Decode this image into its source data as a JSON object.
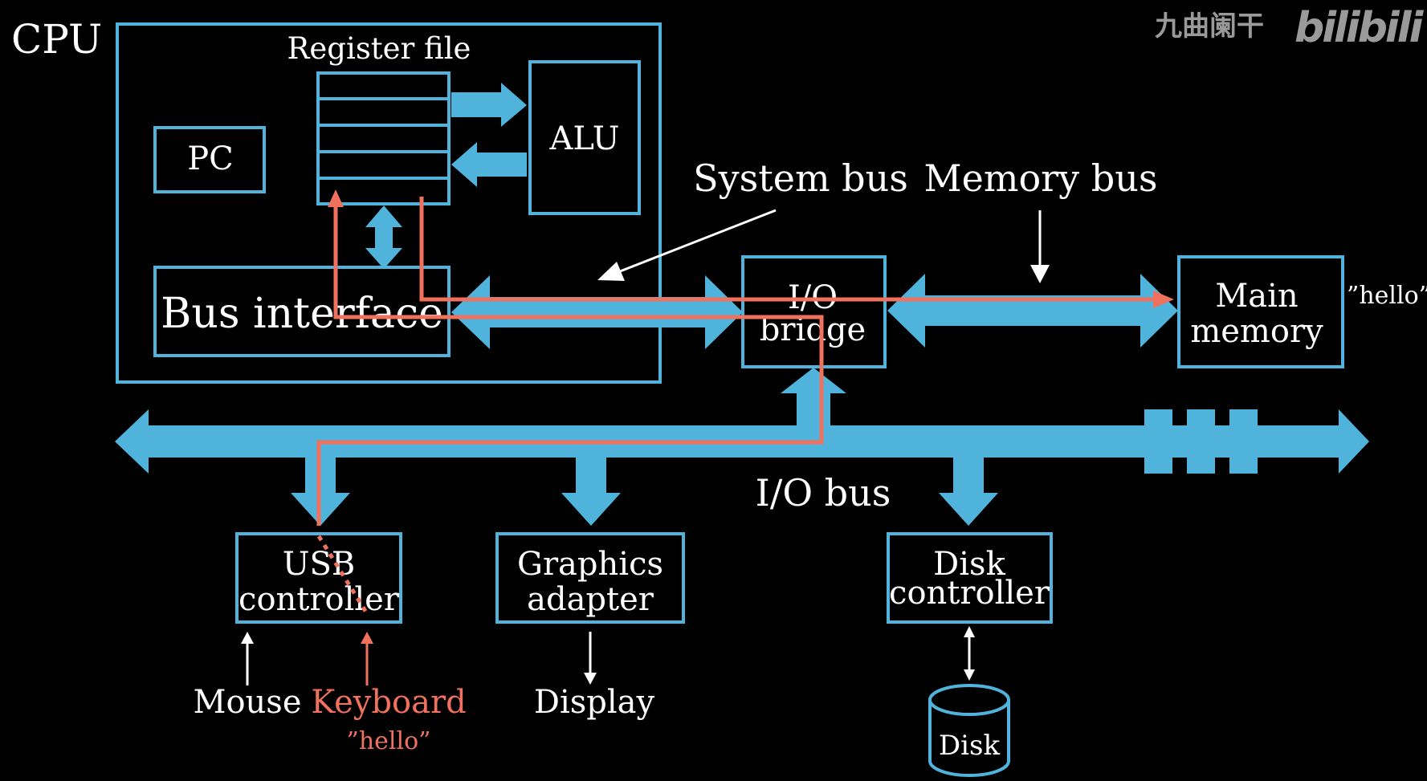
{
  "labels": {
    "cpu": "CPU",
    "register_file": "Register file",
    "pc": "PC",
    "alu": "ALU",
    "bus_interface": "Bus interface",
    "system_bus": "System bus",
    "memory_bus": "Memory bus",
    "io_bridge_line1": "I/O",
    "io_bridge_line2": "bridge",
    "main_memory_line1": "Main",
    "main_memory_line2": "memory",
    "hello_memory": "”hello”",
    "io_bus": "I/O bus",
    "usb_line1": "USB",
    "usb_line2": "controller",
    "graphics_line1": "Graphics",
    "graphics_line2": "adapter",
    "disk_ctrl_line1": "Disk",
    "disk_ctrl_line2": "controller",
    "mouse": "Mouse",
    "keyboard": "Keyboard",
    "hello_keyboard": "”hello”",
    "display": "Display",
    "disk": "Disk"
  },
  "watermark": {
    "text": "九曲阑干",
    "logo": "bilibili"
  },
  "colors": {
    "background": "#000000",
    "bus": "#4fb3dc",
    "data_path": "#f0715d",
    "text": "#ffffff"
  }
}
